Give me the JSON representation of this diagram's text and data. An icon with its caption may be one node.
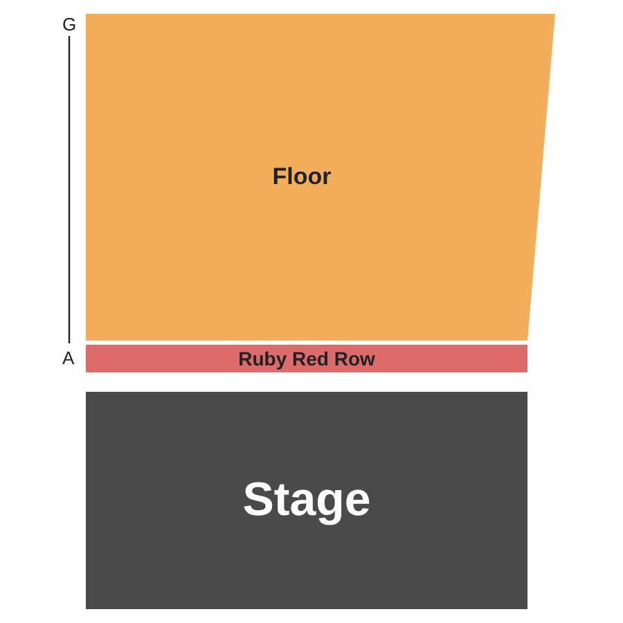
{
  "diagram": {
    "nodes": [
      {
        "text": [
          "Floor"
        ]
      },
      {
        "text": [
          "Ruby Red Row"
        ]
      },
      {
        "text": [
          "Stage"
        ]
      }
    ],
    "labels": [
      "G",
      "A"
    ]
  }
}
